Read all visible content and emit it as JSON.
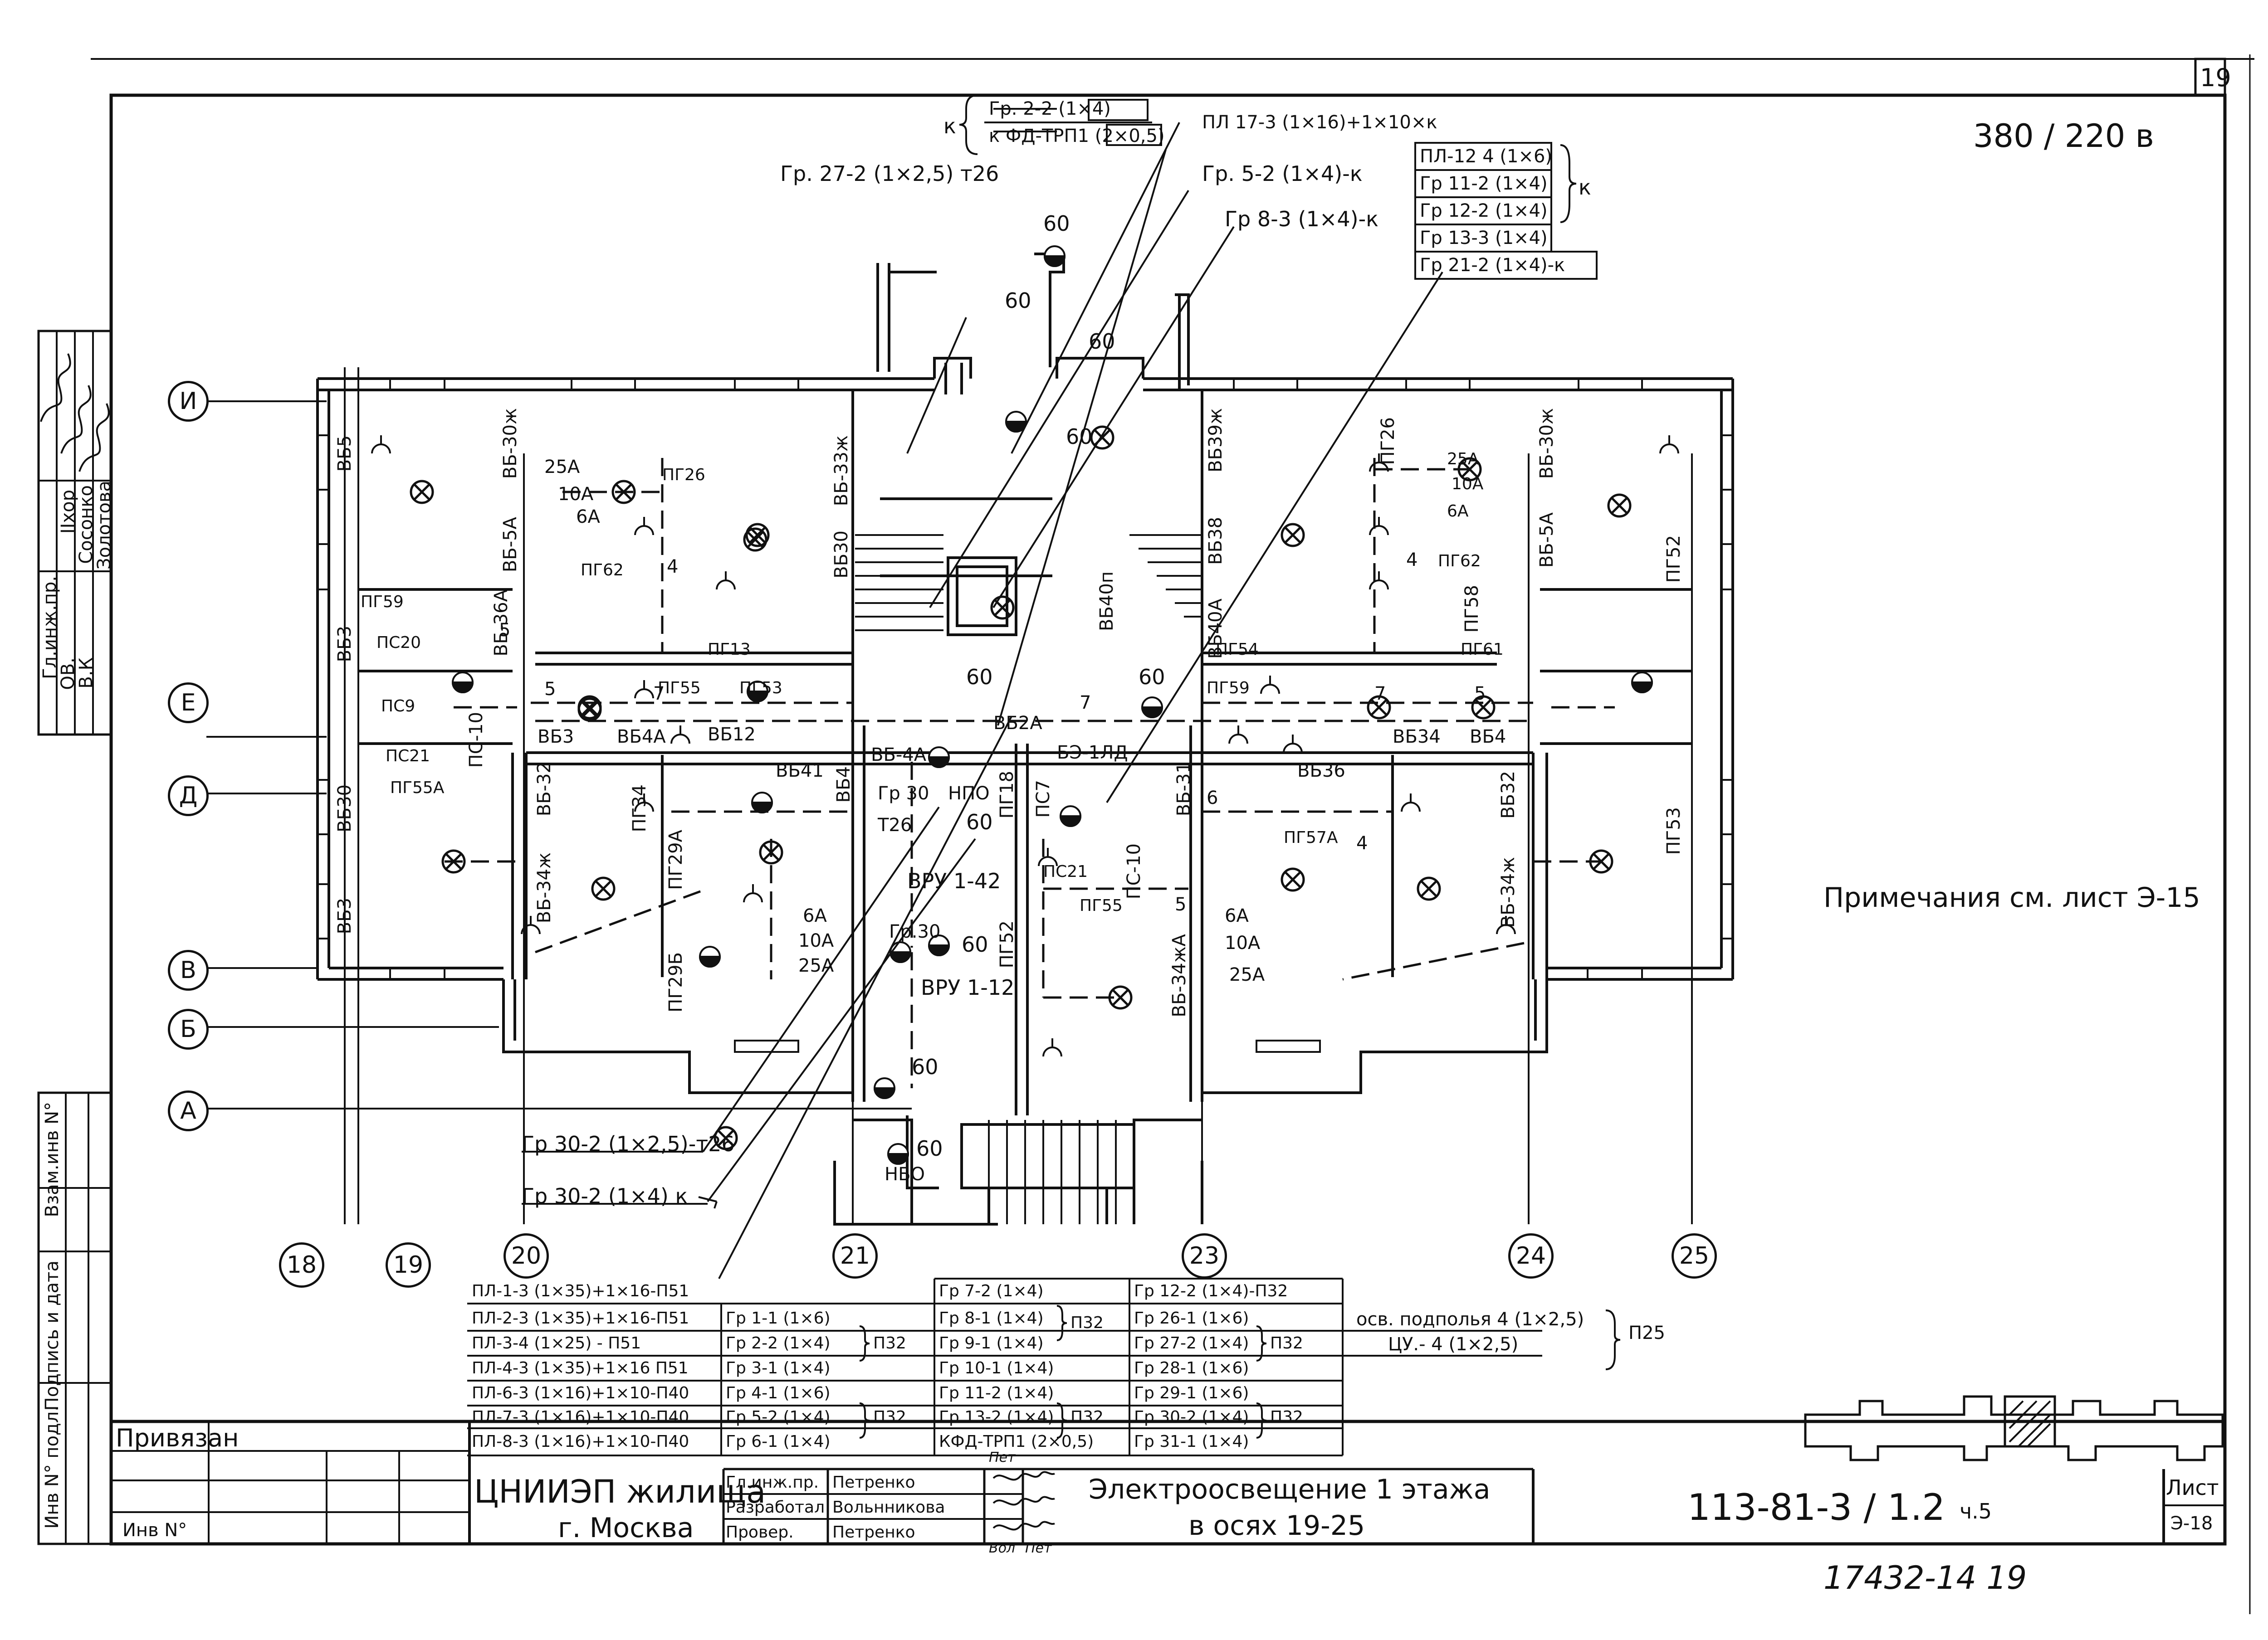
{
  "sheet": {
    "sheet_number": "19",
    "voltage": "380 / 220 в",
    "note": "Примечания см. лист Э-15",
    "drawing_code": "113-81-3 / 1.2",
    "part": "ч.5",
    "archive_number": "17432-14 19",
    "list_label": "Лист",
    "list_value": "Э-18"
  },
  "title_block": {
    "organization_line1": "ЦНИИЭП жилища",
    "organization_line2": "г. Москва",
    "drawing_title_line1": "Электроосвещение 1 этажа",
    "drawing_title_line2": "в осях 19-25",
    "roles": [
      {
        "role": "Гл.инж.пр.",
        "name": "Петренко",
        "sign": "Пет"
      },
      {
        "role": "Разработал",
        "name": "Вольнникова",
        "sign": "Вол"
      },
      {
        "role": "Провер.",
        "name": "Петренко",
        "sign": "Пет"
      }
    ],
    "bound_label": "Привязан",
    "inv_label": "Инв N°"
  },
  "side_block": {
    "stamp_cols": [
      "Гл.инж.пр.",
      "ОВ.",
      "В.К"
    ],
    "stamp_names": [
      "Сосонко",
      "Золотова"
    ],
    "stamp_top": "IIхор",
    "labels": [
      "Инв N° подл.",
      "Подпись и дата",
      "Взам.инв N°"
    ]
  },
  "axes": {
    "rows": [
      "И",
      "Е",
      "Д",
      "В",
      "Б",
      "А"
    ],
    "cols": [
      "18",
      "19",
      "20",
      "21",
      "23",
      "24",
      "25"
    ]
  },
  "top_labels": {
    "k_group": [
      "Гр. 2-2 (1×4)",
      "к ФД-ТРП1 (2×0,5)"
    ],
    "k_prefix": "к",
    "pl17": "ПЛ 17-3 (1×16)+1×10×к",
    "gr27": "Гр. 27-2 (1×2,5) т26",
    "gr5": "Гр. 5-2 (1×4)-к",
    "gr8": "Гр 8-3 (1×4)-к",
    "right_group": [
      "ПЛ-12 4 (1×6)",
      "Гр 11-2 (1×4)",
      "Гр 12-2 (1×4)",
      "Гр 13-3 (1×4)",
      "Гр 21-2 (1×4)-к"
    ],
    "right_suffix": "к"
  },
  "plan_labels": {
    "rooms_left": [
      "ВБ5",
      "ВБ-30ж",
      "ВБ-33ж",
      "ВБ-5А",
      "ВБ30",
      "ВБ3",
      "ВБ-36А",
      "ВБ30",
      "ВБ3",
      "ВБ-32",
      "ВБ-34ж",
      "ВБ3",
      "ВБ4А",
      "ВБ41",
      "ВБ12",
      "ВБ-4А",
      "ВБ4"
    ],
    "rooms_right": [
      "ВБ39ж",
      "ВБ38",
      "ВБ40А",
      "ВБ40п",
      "ВБ-5А",
      "ВБ-30ж",
      "ВБ34",
      "ВБ4",
      "ВБ32",
      "ВБ-34ж",
      "ВБ36",
      "ВБ-34жА",
      "ВБ-31"
    ],
    "panels": [
      "ПГ26",
      "ПГ62",
      "ПГ59",
      "ПГ13",
      "ПГ55",
      "ПГ53",
      "ПС20",
      "ПГ55А",
      "ПС21",
      "ПС-10",
      "ПС9",
      "ПГ29А",
      "ПГ34",
      "ПГ29Б",
      "ПГ18",
      "ПГ52",
      "ПГ55",
      "ПС7",
      "ПС-10",
      "ПС21",
      "ПГ54",
      "ПГ59",
      "ПГ58",
      "ПГ61",
      "ПГ62",
      "ПГ52",
      "ПГ53",
      "ПГ57А",
      "ПГ26"
    ],
    "fuses": [
      "25А",
      "10А",
      "6А",
      "25А",
      "10А",
      "6А",
      "25А",
      "10А",
      "6А",
      "25А",
      "10А",
      "6А"
    ],
    "lamp_power": [
      "60",
      "60",
      "60",
      "60",
      "60",
      "60",
      "60",
      "60",
      "60",
      "60"
    ],
    "vru": [
      "ВРУ 1-42",
      "ВРУ 1-12"
    ],
    "misc": [
      "НПО",
      "НБО",
      "Гр 30",
      "Т26",
      "Гр.30",
      "БЭ-1ЛД",
      "ВБ2А"
    ],
    "counts": [
      "4",
      "5",
      "7",
      "5",
      "7",
      "6",
      "5",
      "4",
      "7",
      "5",
      "4"
    ]
  },
  "bottom_leaders": {
    "gr30_a": "Гр 30-2 (1×2,5)-т26",
    "gr30_b": "Гр 30-2 (1×4) к"
  },
  "schedule": {
    "col1": [
      "ПЛ-1-3 (1×35)+1×16-П51",
      "ПЛ-2-3 (1×35)+1×16-П51",
      "ПЛ-3-4 (1×25) - П51",
      "ПЛ-4-3 (1×35)+1×16 П51",
      "ПЛ-6-3 (1×16)+1×10-П40",
      "ПЛ-7-3 (1×16)+1×10-П40",
      "ПЛ-8-3 (1×16)+1×10-П40"
    ],
    "col2": [
      "Гр 1-1 (1×6)",
      "Гр 2-2 (1×4)",
      "Гр 3-1 (1×4)",
      "Гр 4-1 (1×6)",
      "Гр 5-2 (1×4)",
      "Гр 6-1 (1×4)"
    ],
    "col2_suffix_a": "П32",
    "col2_suffix_b": "П32",
    "col3": [
      "Гр 7-2 (1×4)",
      "Гр 8-1 (1×4)",
      "Гр 9-1 (1×4)",
      "Гр 10-1 (1×4)",
      "Гр 11-2 (1×4)",
      "Гр 13-2 (1×4)",
      "КФД-ТРП1 (2×0,5)"
    ],
    "col3_suffix_a": "П32",
    "col3_suffix_b": "П32",
    "col4": [
      "Гр 12-2 (1×4)-П32",
      "Гр 26-1 (1×6)",
      "Гр 27-2 (1×4)",
      "Гр 28-1 (1×6)",
      "Гр 29-1 (1×6)",
      "Гр 30-2 (1×4)",
      "Гр 31-1 (1×4)"
    ],
    "col4_suffix_a": "П32",
    "col4_suffix_b": "П32",
    "col5": [
      "осв. подполья 4 (1×2,5)",
      "ЦУ.- 4 (1×2,5)"
    ],
    "col5_suffix": "П25"
  },
  "colors": {
    "ink": "#111111",
    "paper": "#ffffff"
  }
}
